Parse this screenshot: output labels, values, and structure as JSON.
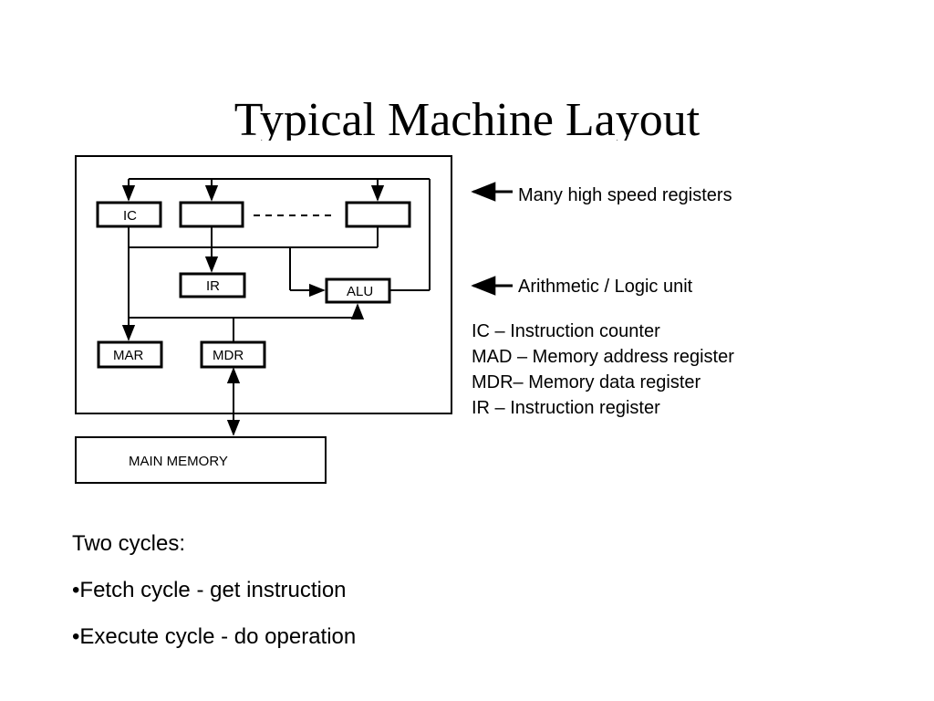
{
  "slide": {
    "title": "Typical Machine Layout"
  },
  "diagram": {
    "boxes": {
      "ic": "IC",
      "ir": "IR",
      "alu": "ALU",
      "mar": "MAR",
      "mdr": "MDR",
      "main_memory": "MAIN MEMORY"
    },
    "annotations": {
      "registers": "Many high speed registers",
      "alu": "Arithmetic / Logic unit"
    },
    "legend": [
      "IC – Instruction counter",
      "MAD – Memory address register",
      "MDR– Memory data register",
      "IR – Instruction register"
    ]
  },
  "notes": {
    "heading": "Two cycles:",
    "items": [
      "•Fetch cycle - get instruction",
      "•Execute cycle - do operation"
    ]
  }
}
